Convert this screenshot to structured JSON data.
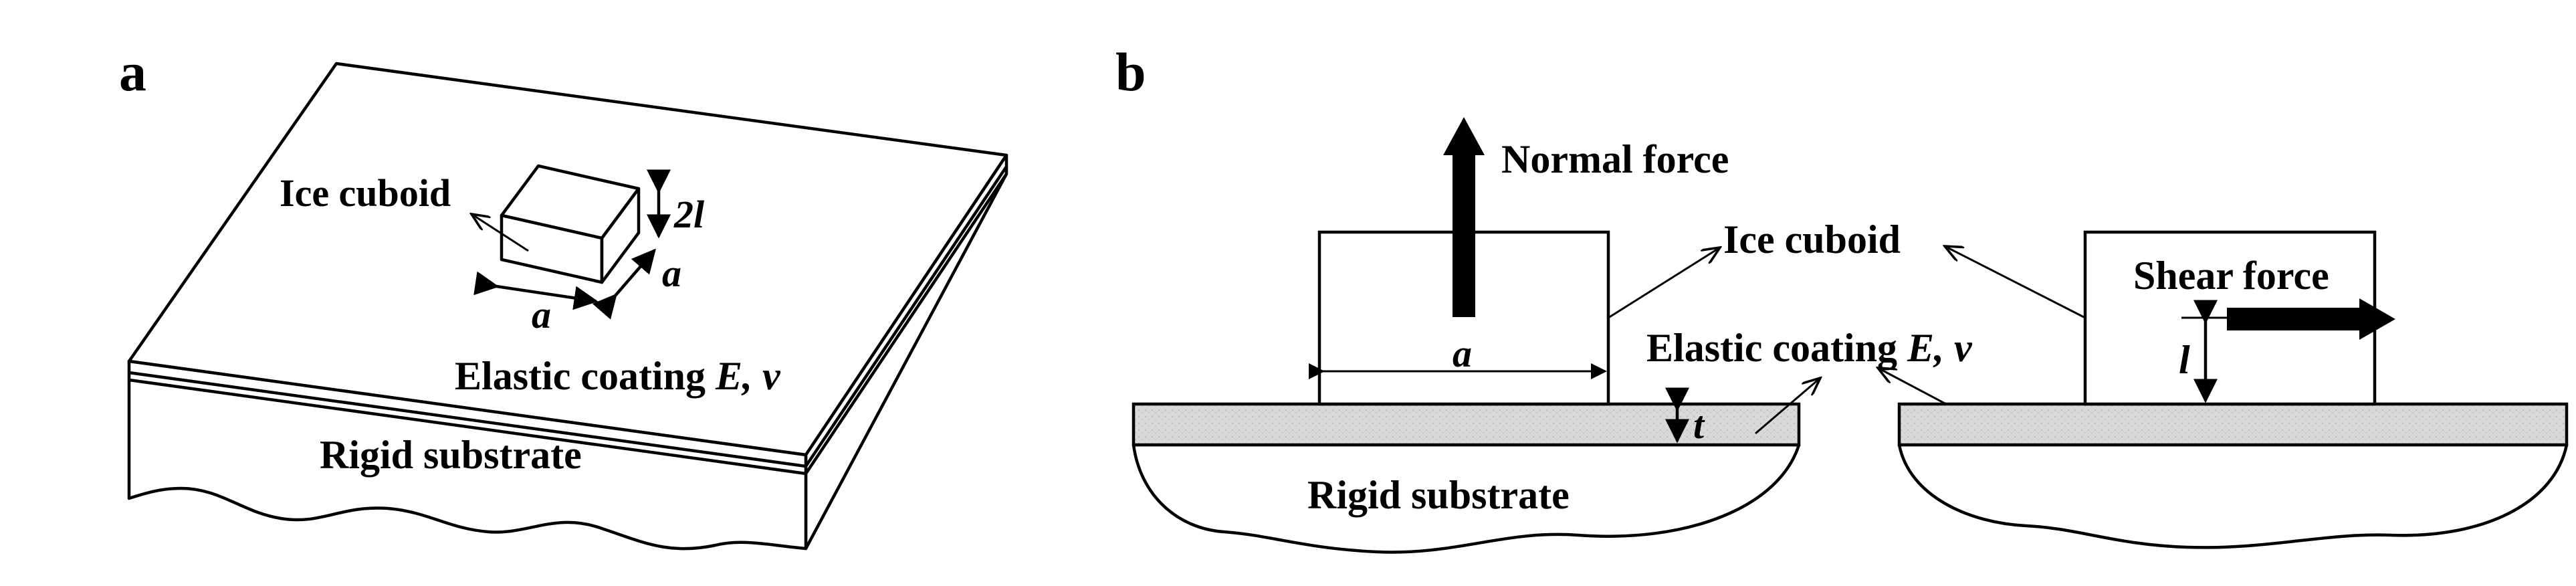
{
  "panel_a": {
    "panel_letter": "a",
    "ice_label": "Ice cuboid",
    "height_label": "2l",
    "depth_label": "a",
    "width_label": "a",
    "coating_label": "Elastic coating ",
    "coating_vars": "E, v",
    "substrate_label": "Rigid substrate"
  },
  "panel_b": {
    "panel_letter": "b",
    "normal_force_label": "Normal force",
    "ice_label": "Ice cuboid",
    "width_label": "a",
    "thickness_label": "t",
    "coating_label": "Elastic coating ",
    "coating_vars": "E, v",
    "substrate_label": "Rigid substrate",
    "shear_force_label": "Shear force",
    "height_label": "l"
  },
  "colors": {
    "coating_fill": "#d9d9d9",
    "line": "#000000"
  }
}
